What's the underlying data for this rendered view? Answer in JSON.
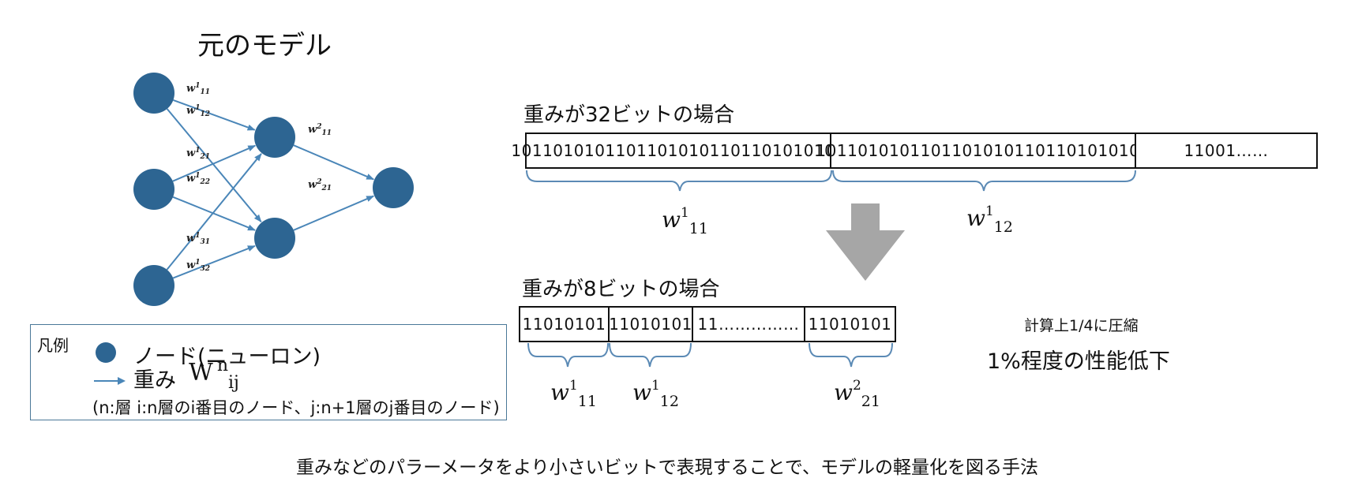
{
  "title": "元のモデル",
  "network": {
    "weight_labels": [
      {
        "base": "w",
        "sup": "1",
        "sub": "11"
      },
      {
        "base": "w",
        "sup": "1",
        "sub": "12"
      },
      {
        "base": "w",
        "sup": "1",
        "sub": "21"
      },
      {
        "base": "w",
        "sup": "1",
        "sub": "22"
      },
      {
        "base": "w",
        "sup": "1",
        "sub": "31"
      },
      {
        "base": "w",
        "sup": "1",
        "sub": "32"
      },
      {
        "base": "w",
        "sup": "2",
        "sub": "11"
      },
      {
        "base": "w",
        "sup": "2",
        "sub": "21"
      }
    ],
    "colors": {
      "node": "#2d6592",
      "edge": "#4a86b8"
    }
  },
  "legend": {
    "heading": "凡例",
    "node_label": "ノード(ニューロン)",
    "weight_label": "重み",
    "formula": {
      "base": "W",
      "sup": "n",
      "sub": "ij"
    },
    "note": "(n:層 i:n層のi番目のノード、j:n+1層のj番目のノード)"
  },
  "bits32": {
    "heading": "重みが32ビットの場合",
    "cells": [
      "10110101011011010101101101010101",
      "10110101011011010101101101010101",
      "11001……"
    ],
    "labels": [
      {
        "base": "w",
        "sup": "1",
        "sub": "11"
      },
      {
        "base": "w",
        "sup": "1",
        "sub": "12"
      }
    ]
  },
  "bits8": {
    "heading": "重みが8ビットの場合",
    "cells": [
      "11010101",
      "11010101",
      "11……………",
      "11010101"
    ],
    "labels": [
      {
        "base": "w",
        "sup": "1",
        "sub": "11"
      },
      {
        "base": "w",
        "sup": "1",
        "sub": "12"
      },
      {
        "base": "w",
        "sup": "2",
        "sub": "21"
      }
    ]
  },
  "notes": {
    "compression": "計算上1/4に圧縮",
    "performance": "1%程度の性能低下"
  },
  "caption": "重みなどのパラーメータをより小さいビットで表現することで、モデルの軽量化を図る手法",
  "colors": {
    "arrow": "#a6a6a6",
    "legend_border": "#4a7898"
  }
}
